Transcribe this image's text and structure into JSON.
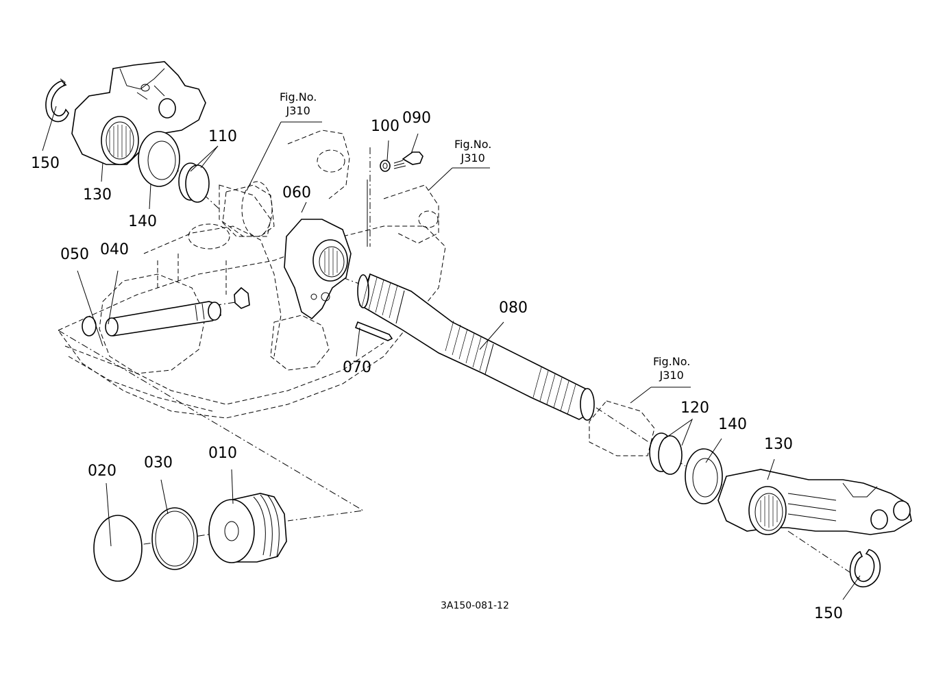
{
  "callouts": {
    "c010": "010",
    "c020": "020",
    "c030": "030",
    "c040": "040",
    "c050": "050",
    "c060": "060",
    "c070": "070",
    "c080": "080",
    "c090": "090",
    "c100": "100",
    "c110": "110",
    "c120": "120",
    "c130_top": "130",
    "c130_bottom": "130",
    "c140_top": "140",
    "c140_bottom": "140",
    "c150_top": "150",
    "c150_bottom": "150"
  },
  "figure_refs": [
    {
      "line1": "Fig.No.",
      "line2": "J310"
    },
    {
      "line1": "Fig.No.",
      "line2": "J310"
    },
    {
      "line1": "Fig.No.",
      "line2": "J310"
    }
  ],
  "drawing_code": "3A150-081-12"
}
